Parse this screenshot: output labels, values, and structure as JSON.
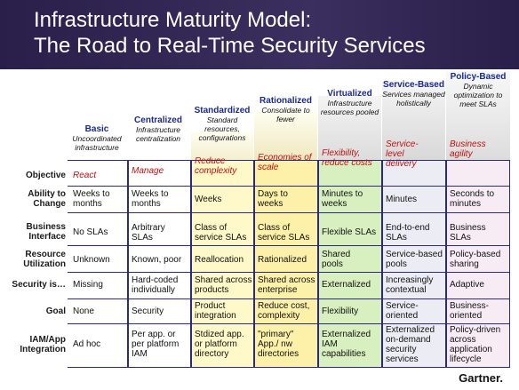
{
  "title_line1": "Infrastructure Maturity Model:",
  "title_line2": "The Road to Real-Time Security Services",
  "stages": [
    {
      "name": "Basic",
      "desc": "Uncoordinated infrastructure"
    },
    {
      "name": "Centralized",
      "desc": "Infrastructure centralization"
    },
    {
      "name": "Standardized",
      "desc": "Standard resources, configurations"
    },
    {
      "name": "Rationalized",
      "desc": "Consolidate to fewer"
    },
    {
      "name": "Virtualized",
      "desc": "Infrastructure resources pooled"
    },
    {
      "name": "Service-Based",
      "desc": "Services managed holistically"
    },
    {
      "name": "Policy-Based",
      "desc": "Dynamic optimization to meet SLAs"
    }
  ],
  "rows": [
    {
      "label": "Objective",
      "cells": [
        "React",
        "Manage",
        "Reduce complexity",
        "Economies of scale",
        "Flexibility, reduce costs",
        "Service-level delivery",
        "Business agility"
      ]
    },
    {
      "label": "Ability to Change",
      "cells": [
        "Weeks to months",
        "Weeks to months",
        "Weeks",
        "Days to weeks",
        "Minutes to weeks",
        "Minutes",
        "Seconds to minutes"
      ]
    },
    {
      "label": "Business Interface",
      "cells": [
        "No SLAs",
        "Arbitrary SLAs",
        "Class of service SLAs",
        "Class of service SLAs",
        "Flexible SLAs",
        "End-to-end SLAs",
        "Business SLAs"
      ]
    },
    {
      "label": "Resource Utilization",
      "cells": [
        "Unknown",
        "Known, poor",
        "Reallocation",
        "Rationalized",
        "Shared pools",
        "Service-based pools",
        "Policy-based sharing"
      ]
    },
    {
      "label": "Security is…",
      "cells": [
        "Missing",
        "Hard-coded individually",
        "Shared across products",
        "Shared across enterprise",
        "Externalized",
        "Increasingly contextual",
        "Adaptive"
      ]
    },
    {
      "label": "Goal",
      "cells": [
        "None",
        "Security",
        "Product integration",
        "Reduce cost, complexity",
        "Flexibility",
        "Service-oriented",
        "Business-oriented"
      ]
    },
    {
      "label": "IAM/App Integration",
      "cells": [
        "Ad hoc",
        "Per app. or per platform IAM",
        "Stdized app. or platform directory",
        "\"primary\" App./ nw directories",
        "Externalized IAM capabilities",
        "Externalized on-demand security services",
        "Policy-driven across application lifecycle"
      ]
    }
  ],
  "footer": "Gartner.",
  "colors": {
    "header_bg": "#2a1f4a",
    "objective_red": "#c01010",
    "col_basic": "#ffffff",
    "col_centralized": "#ffffff",
    "col_standardized": "#fff8c8",
    "col_rationalized": "#fdf0a8",
    "col_virtualized": "#d8f0c0",
    "col_service": "#ececf4",
    "col_policy": "#f8ecf4"
  }
}
